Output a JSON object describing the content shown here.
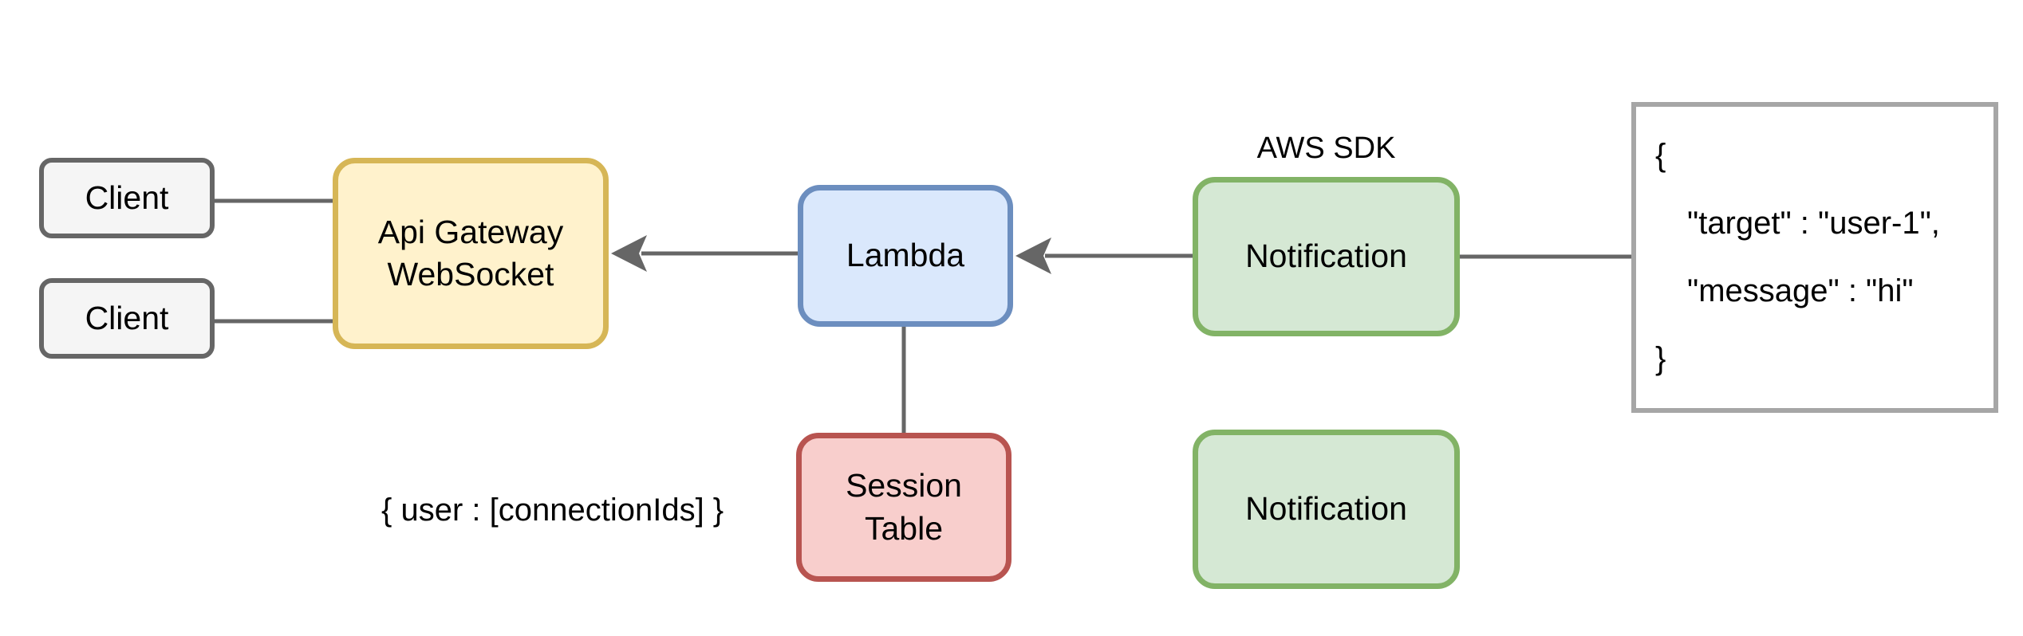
{
  "diagram": {
    "nodes": {
      "client_1": {
        "label": "Client"
      },
      "client_2": {
        "label": "Client"
      },
      "api_gateway": {
        "label": "Api Gateway\nWebSocket"
      },
      "lambda": {
        "label": "Lambda"
      },
      "session_table": {
        "label": "Session\nTable"
      },
      "notification_main": {
        "label": "Notification"
      },
      "notification_secondary": {
        "label": "Notification"
      }
    },
    "annotations": {
      "aws_sdk_label": "AWS SDK",
      "session_schema_label": "{ user : [connectionIds] }"
    },
    "code_block": {
      "lines": [
        "{",
        "\"target\" : \"user-1\",",
        "\"message\" : \"hi\"",
        "}"
      ]
    },
    "connections": [
      {
        "from": "client_1",
        "to": "api_gateway",
        "type": "line"
      },
      {
        "from": "client_2",
        "to": "api_gateway",
        "type": "line"
      },
      {
        "from": "lambda",
        "to": "api_gateway",
        "type": "arrow"
      },
      {
        "from": "notification_main",
        "to": "lambda",
        "type": "arrow"
      },
      {
        "from": "code_block",
        "to": "notification_main",
        "type": "line"
      },
      {
        "from": "lambda",
        "to": "session_table",
        "type": "line"
      }
    ],
    "colors": {
      "background": "#ffffff",
      "connector": "#666666",
      "client_fill": "#f5f5f5",
      "client_border": "#666666",
      "gateway_fill": "#fff2cc",
      "gateway_border": "#d6b656",
      "lambda_fill": "#dae8fc",
      "lambda_border": "#6c8ebf",
      "session_table_fill": "#f8cecc",
      "session_table_border": "#b85450",
      "notification_fill": "#d5e8d4",
      "notification_border": "#82b366",
      "code_block_border": "#a6a6a6",
      "text": "#000000"
    }
  }
}
